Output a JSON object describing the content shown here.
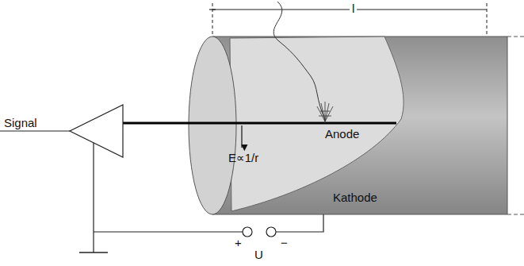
{
  "diagram": {
    "labels": [
      "l",
      "Anode",
      "E∝1/r",
      "Kathode",
      "Signal",
      "+",
      "U",
      "−"
    ]
  }
}
